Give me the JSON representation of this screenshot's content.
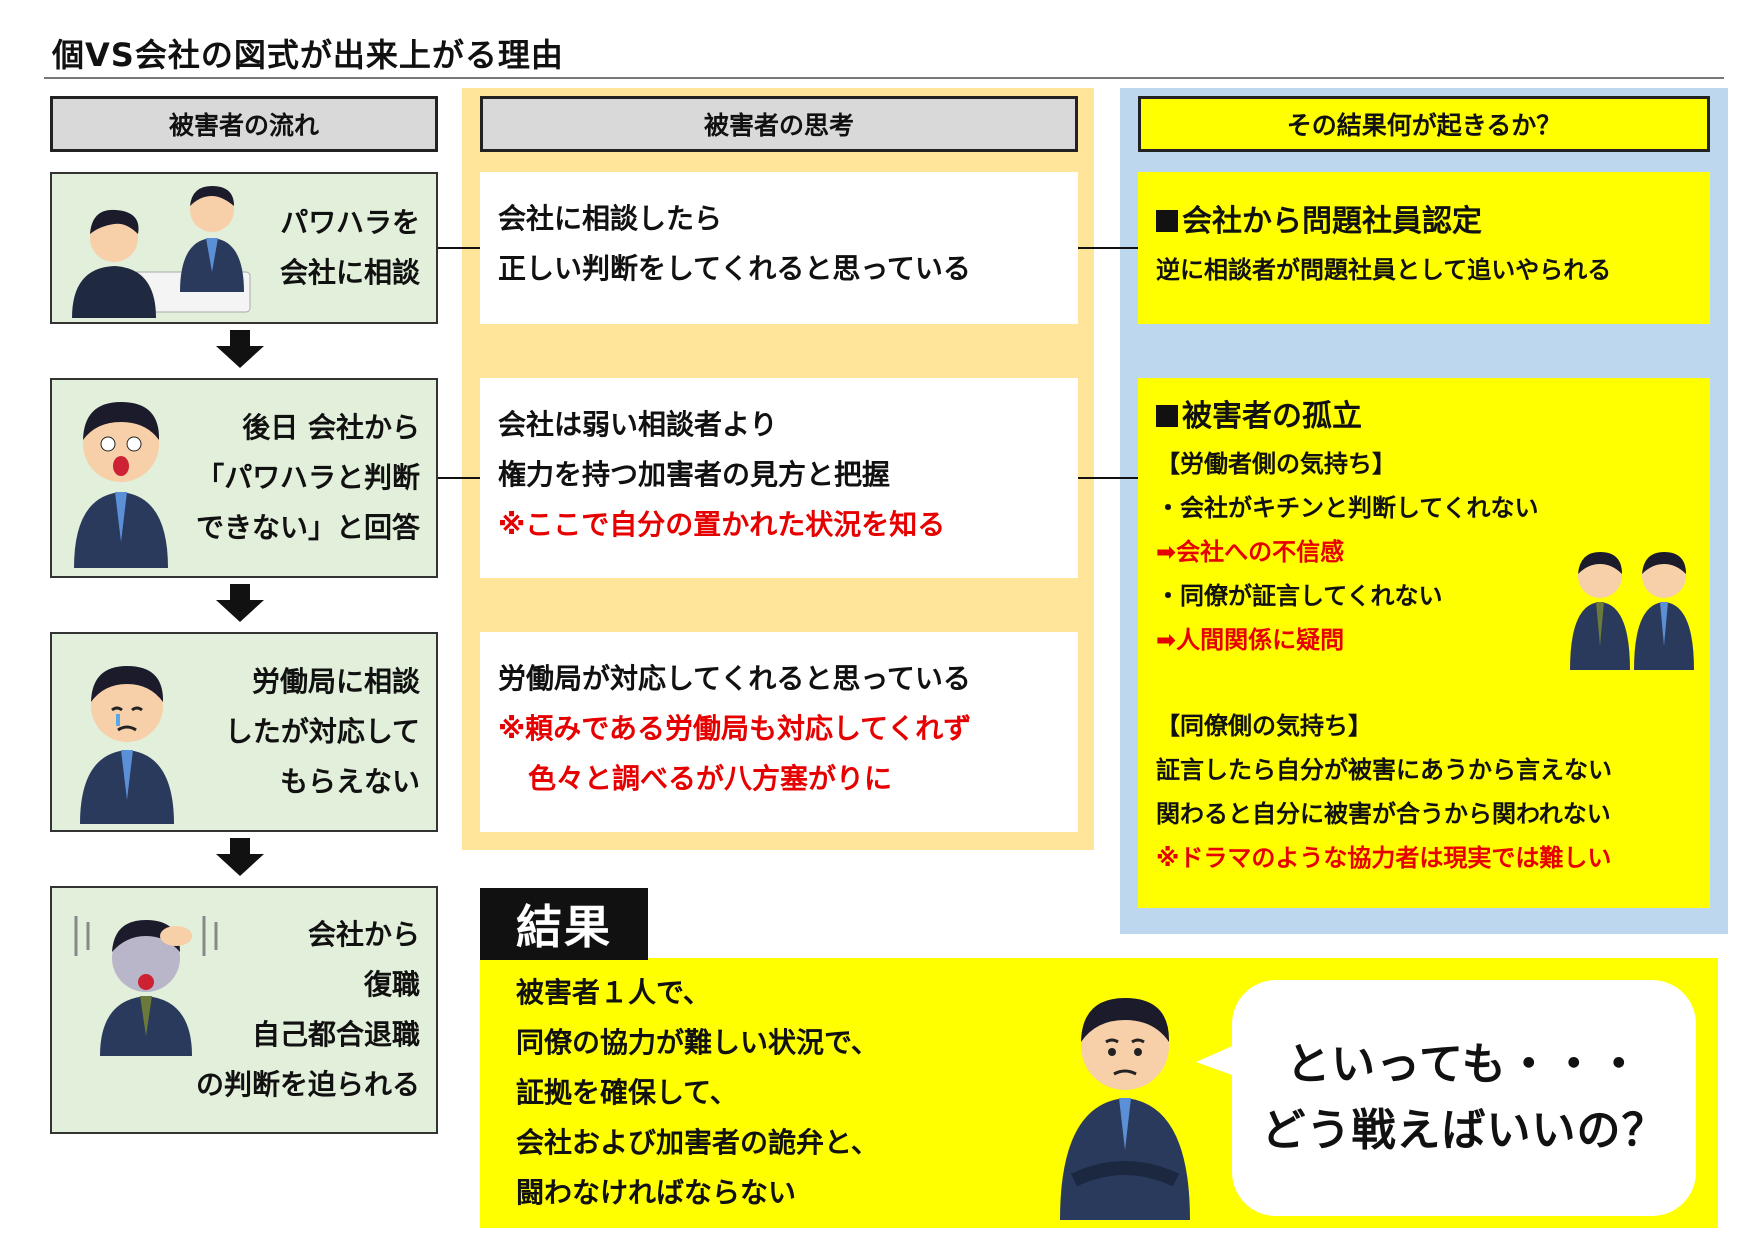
{
  "title": "個VS会社の図式が出来上がる理由",
  "headers": {
    "flow": "被害者の流れ",
    "thinking": "被害者の思考",
    "result": "その結果何が起きるか？"
  },
  "flow": [
    {
      "lines": [
        "パワハラを",
        "会社に相談"
      ]
    },
    {
      "lines": [
        "後日 会社から",
        "「パワハラと判断",
        "できない」と回答"
      ]
    },
    {
      "lines": [
        "労働局に相談",
        "したが対応して",
        "もらえない"
      ]
    },
    {
      "lines": [
        "会社から",
        "復職",
        "自己都合退職",
        "の判断を迫られる"
      ]
    }
  ],
  "thinking": [
    {
      "lines": [
        "会社に相談したら",
        "正しい判断をしてくれると思っている"
      ],
      "red": []
    },
    {
      "lines": [
        "会社は弱い相談者より",
        "権力を持つ加害者の見方と把握"
      ],
      "red": [
        "※ここで自分の置かれた状況を知る"
      ]
    },
    {
      "lines": [
        "労働局が対応してくれると思っている"
      ],
      "red": [
        "※頼みである労働局も対応してくれず",
        "色々と調べるが八方塞がりに"
      ]
    }
  ],
  "results": {
    "box1": {
      "heading": "会社から問題社員認定",
      "text": "逆に相談者が問題社員として追いやられる"
    },
    "box2": {
      "heading": "被害者の孤立",
      "worker_label": "【労働者側の気持ち】",
      "item1": "・会社がキチンと判断してくれない",
      "item1_result": "➡会社への不信感",
      "item2": "・同僚が証言してくれない",
      "item2_result": "➡人間関係に疑問",
      "colleague_label": "【同僚側の気持ち】",
      "colleague_line1": "証言したら自分が被害にあうから言えない",
      "colleague_line2": "関わると自分に被害が合うから関われない",
      "note": "※ドラマのような協力者は現実では難しい"
    }
  },
  "kekka": {
    "tag": "結果",
    "lines": [
      "被害者１人で、",
      "同僚の協力が難しい状況で、",
      "証拠を確保して、",
      "会社および加害者の詭弁と、",
      "闘わなければならない"
    ]
  },
  "bubble": {
    "line1": "といっても・・・",
    "line2": "どう戦えばいいの？"
  },
  "colors": {
    "flow_bg": "#e2efda",
    "think_bg": "#ffe599",
    "result_bg": "#bdd7ee",
    "highlight": "#ffff00",
    "red_text": "#e60000"
  }
}
